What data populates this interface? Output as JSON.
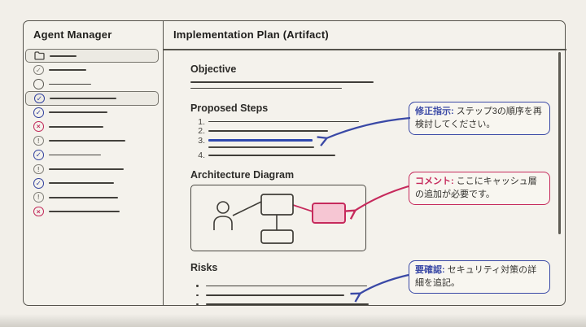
{
  "colors": {
    "background": "#f2efe9",
    "ink": "#3f3d38",
    "accent_blue": "#3a49a6",
    "accent_pink": "#c62a5c",
    "pink_fill": "#f6c6d3"
  },
  "sidebar": {
    "title": "Agent Manager",
    "items": [
      {
        "icon": "folder-icon",
        "status": "folder",
        "selected": true,
        "line_width": 33
      },
      {
        "icon": "check-circle-icon",
        "status": "done-gray",
        "selected": false,
        "line_width": 46
      },
      {
        "icon": "circle-icon",
        "status": "pending",
        "selected": false,
        "line_width": 52
      },
      {
        "icon": "check-circle-icon",
        "status": "done-blue",
        "selected": true,
        "line_width": 82
      },
      {
        "icon": "check-circle-icon",
        "status": "done-blue",
        "selected": false,
        "line_width": 72
      },
      {
        "icon": "x-circle-icon",
        "status": "error",
        "selected": false,
        "line_width": 67
      },
      {
        "icon": "alert-circle-icon",
        "status": "warning",
        "selected": false,
        "line_width": 94
      },
      {
        "icon": "check-circle-icon",
        "status": "done-blue",
        "selected": false,
        "line_width": 64
      },
      {
        "icon": "alert-circle-icon",
        "status": "warning",
        "selected": false,
        "line_width": 92
      },
      {
        "icon": "check-circle-icon",
        "status": "done-blue",
        "selected": false,
        "line_width": 80
      },
      {
        "icon": "alert-circle-icon",
        "status": "warning",
        "selected": false,
        "line_width": 85
      },
      {
        "icon": "x-circle-icon",
        "status": "error",
        "selected": false,
        "line_width": 87
      }
    ]
  },
  "main": {
    "title": "Implementation Plan (Artifact)",
    "objective": {
      "heading": "Objective",
      "line_widths": [
        225,
        186
      ]
    },
    "steps": {
      "heading": "Proposed Steps",
      "items": [
        {
          "num": "1.",
          "line_width": 185,
          "highlight": false
        },
        {
          "num": "2.",
          "line_width": 147,
          "highlight": false
        },
        {
          "num": "3.",
          "line_width": 128,
          "highlight": true,
          "extra_line_width": 130
        },
        {
          "num": "4.",
          "line_width": 156,
          "highlight": false
        }
      ]
    },
    "architecture": {
      "heading": "Architecture Diagram"
    },
    "risks": {
      "heading": "Risks",
      "bullet_line_widths": [
        198,
        170,
        200
      ]
    }
  },
  "annotations": [
    {
      "id": "revision",
      "label": "修正指示:",
      "text": "ステップ3の順序を再検討してください。",
      "color": "blue"
    },
    {
      "id": "comment",
      "label": "コメント:",
      "text": "ここにキャッシュ層の追加が必要です。",
      "color": "pink"
    },
    {
      "id": "confirm",
      "label": "要確認:",
      "text": "セキュリティ対策の詳細を追記。",
      "color": "blue"
    }
  ]
}
